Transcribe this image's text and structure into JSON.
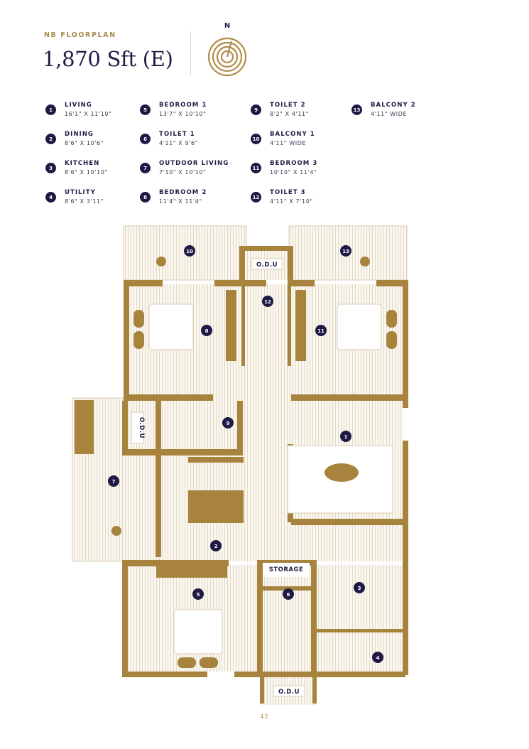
{
  "header": {
    "kicker": "NB FLOORPLAN",
    "title": "1,870 Sft (E)",
    "compass_label": "N"
  },
  "colors": {
    "gold": "#a98a4a",
    "wall": "#a8833e",
    "navy": "#1f1a45",
    "floor_stripe": "#e6ddc8"
  },
  "legend": {
    "items": [
      {
        "num": "1",
        "name": "LIVING",
        "dim": "16'1\" X 11'10\""
      },
      {
        "num": "2",
        "name": "DINING",
        "dim": "8'6\" X 10'6\""
      },
      {
        "num": "3",
        "name": "KITCHEN",
        "dim": "8'6\" X 10'10\""
      },
      {
        "num": "4",
        "name": "UTILITY",
        "dim": "8'6\" X 3'11\""
      },
      {
        "num": "5",
        "name": "BEDROOM 1",
        "dim": "13'7\" X 10'10\""
      },
      {
        "num": "6",
        "name": "TOILET 1",
        "dim": "4'11\" X 9'6\""
      },
      {
        "num": "7",
        "name": "OUTDOOR LIVING",
        "dim": "7'10\" X 10'10\""
      },
      {
        "num": "8",
        "name": "BEDROOM 2",
        "dim": "11'4\" X 11'4\""
      },
      {
        "num": "9",
        "name": "TOILET 2",
        "dim": "8'2\" X 4'11\""
      },
      {
        "num": "10",
        "name": "BALCONY 1",
        "dim": "4'11\" WIDE"
      },
      {
        "num": "11",
        "name": "BEDROOM 3",
        "dim": "10'10\" X 11'4\""
      },
      {
        "num": "12",
        "name": "TOILET 3",
        "dim": "4'11\" X 7'10\""
      },
      {
        "num": "13",
        "name": "BALCONY 2",
        "dim": "4'11\" WIDE"
      }
    ]
  },
  "plan": {
    "markers": {
      "m1": "1",
      "m2": "2",
      "m3": "3",
      "m4": "4",
      "m5": "5",
      "m6": "6",
      "m7": "7",
      "m8": "8",
      "m9": "9",
      "m10": "10",
      "m11": "11",
      "m12": "12",
      "m13": "13"
    },
    "labels": {
      "odu": "O.D.U",
      "storage": "STORAGE"
    }
  },
  "footer": {
    "page_number": "42"
  }
}
